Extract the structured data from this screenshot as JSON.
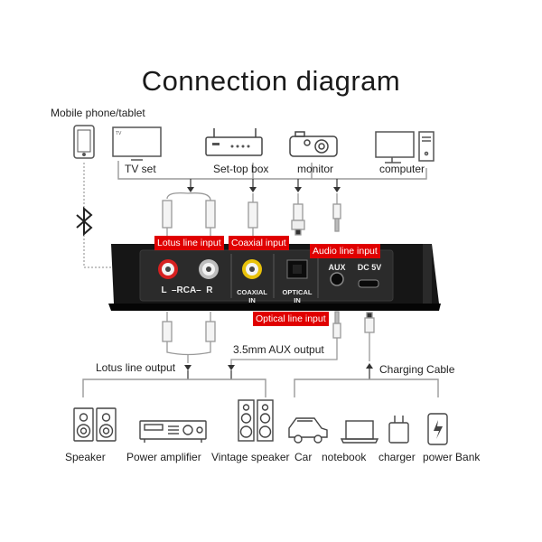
{
  "title": "Connection diagram",
  "sources": {
    "mobile": "Mobile phone/tablet",
    "tv": "TV set",
    "stb": "Set-top box",
    "monitor": "monitor",
    "computer": "computer"
  },
  "device_labels": {
    "lotus_in": "Lotus line input",
    "coaxial_in": "Coaxial input",
    "audio_in": "Audio line input",
    "optical_in": "Optical line input",
    "rca": "L  –RCA–  R",
    "coaxial_port": "COAXIAL\nIN",
    "optical_port": "OPTICAL\nIN",
    "aux_port": "AUX",
    "dc_port": "DC 5V"
  },
  "outputs": {
    "lotus_out": "Lotus line output",
    "aux_out": "3.5mm AUX output",
    "charging": "Charging Cable"
  },
  "targets": {
    "speaker": "Speaker",
    "amplifier": "Power amplifier",
    "vintage": "Vintage speaker",
    "car": "Car",
    "notebook": "notebook",
    "charger": "charger",
    "powerbank": "power Bank"
  },
  "colors": {
    "tag_red": "#e00000",
    "device_body": "#1b1b1b",
    "line_gray": "#9a9a9a"
  }
}
